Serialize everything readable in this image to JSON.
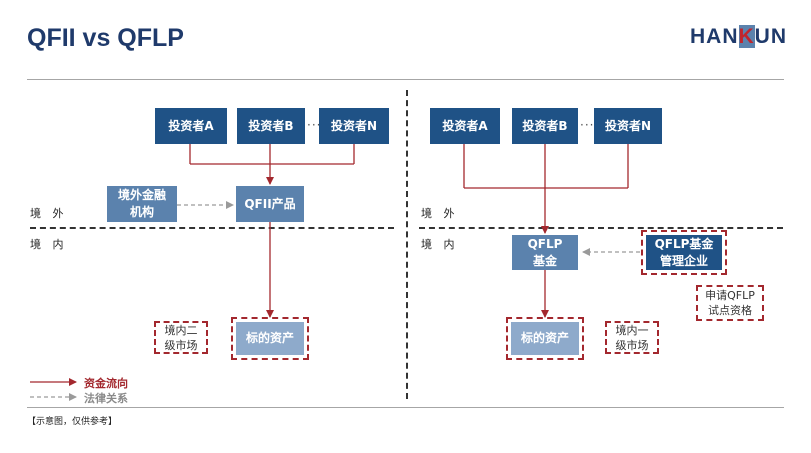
{
  "title": "QFII vs QFLP",
  "logo": {
    "left": "HAN",
    "mid": "K",
    "right": "UN"
  },
  "zones": {
    "offshore": "境 外",
    "onshore": "境 内"
  },
  "qfii": {
    "investor_a": "投资者A",
    "investor_b": "投资者B",
    "investor_n": "投资者N",
    "ellipsis": "······",
    "offshore_institution": "境外金融\n机构",
    "product": "QFII产品",
    "secondary_market": "境内二\n级市场",
    "target_assets": "标的资产"
  },
  "qflp": {
    "investor_a": "投资者A",
    "investor_b": "投资者B",
    "investor_n": "投资者N",
    "ellipsis": "······",
    "fund": "QFLP\n基金",
    "manager": "QFLP基金\n管理企业",
    "qualification": "申请QFLP\n试点资格",
    "target_assets": "标的资产",
    "primary_market": "境内一\n级市场"
  },
  "legend": {
    "capital_flow": "资金流向",
    "legal_relation": "法律关系"
  },
  "footnote": "【示意图，仅供参考】",
  "colors": {
    "title": "#1f3a6b",
    "accent_red": "#a3282e",
    "box_dark": "#1f5286",
    "box_mid": "#5b82ad",
    "box_light": "#8eaacb"
  }
}
